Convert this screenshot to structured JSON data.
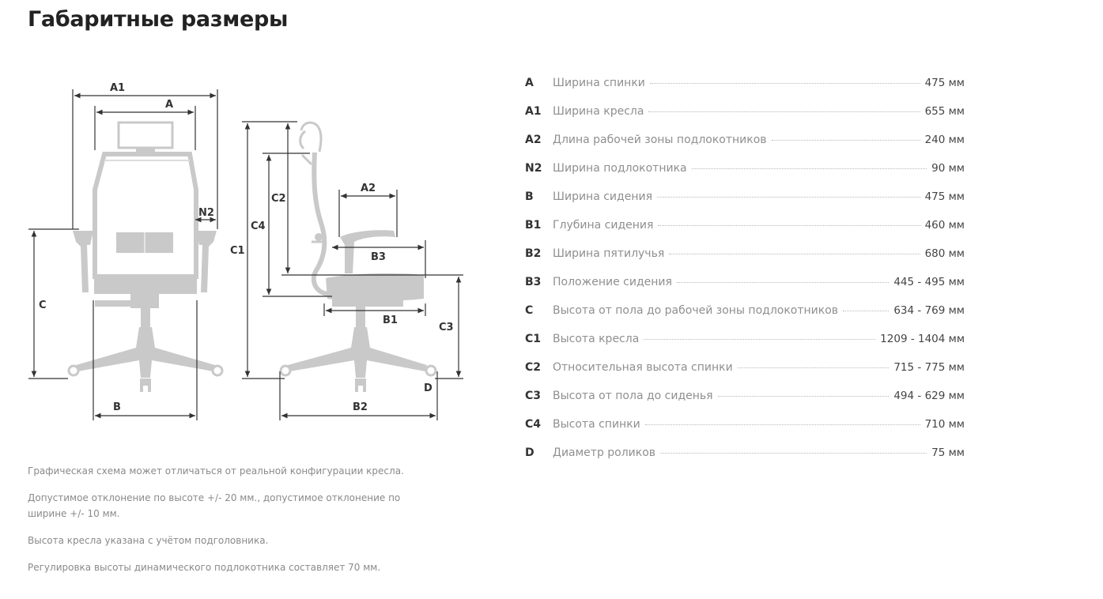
{
  "page": {
    "title": "Габаритные размеры"
  },
  "diagram_labels": {
    "a1": "A1",
    "a": "A",
    "n2": "N2",
    "c": "C",
    "b": "B",
    "c1": "C1",
    "c4": "C4",
    "c2": "C2",
    "a2": "A2",
    "b3": "B3",
    "b1": "B1",
    "c3": "C3",
    "d": "D",
    "b2": "B2"
  },
  "notes": [
    "Графическая схема может отличаться от реальной конфигурации кресла.",
    "Допустимое отклонение по высоте +/- 20 мм., допустимое отклонение по ширине +/- 10 мм.",
    "Высота кресла указана с учётом подголовника.",
    "Регулировка высоты динамического подлокотника составляет 70 мм."
  ],
  "specs": [
    {
      "code": "A",
      "name": "Ширина спинки",
      "value": "475 мм"
    },
    {
      "code": "A1",
      "name": "Ширина кресла",
      "value": "655 мм"
    },
    {
      "code": "A2",
      "name": "Длина рабочей зоны подлокотников",
      "value": "240 мм"
    },
    {
      "code": "N2",
      "name": "Ширина подлокотника",
      "value": "90 мм"
    },
    {
      "code": "B",
      "name": "Ширина сидения",
      "value": "475 мм"
    },
    {
      "code": "B1",
      "name": "Глубина сидения",
      "value": "460 мм"
    },
    {
      "code": "B2",
      "name": "Ширина пятилучья",
      "value": "680 мм"
    },
    {
      "code": "B3",
      "name": "Положение сидения",
      "value": "445 - 495 мм"
    },
    {
      "code": "C",
      "name": "Высота от пола до рабочей зоны подлокотников",
      "value": "634 - 769 мм"
    },
    {
      "code": "C1",
      "name": "Высота кресла",
      "value": "1209 - 1404 мм"
    },
    {
      "code": "C2",
      "name": "Относительная высота спинки",
      "value": "715 - 775 мм"
    },
    {
      "code": "C3",
      "name": "Высота от пола до сиденья",
      "value": "494 - 629 мм"
    },
    {
      "code": "C4",
      "name": "Высота спинки",
      "value": "710 мм"
    },
    {
      "code": "D",
      "name": "Диаметр роликов",
      "value": "75 мм"
    }
  ],
  "colors": {
    "chair": "#c9c9c9",
    "dimension_line": "#333333"
  }
}
